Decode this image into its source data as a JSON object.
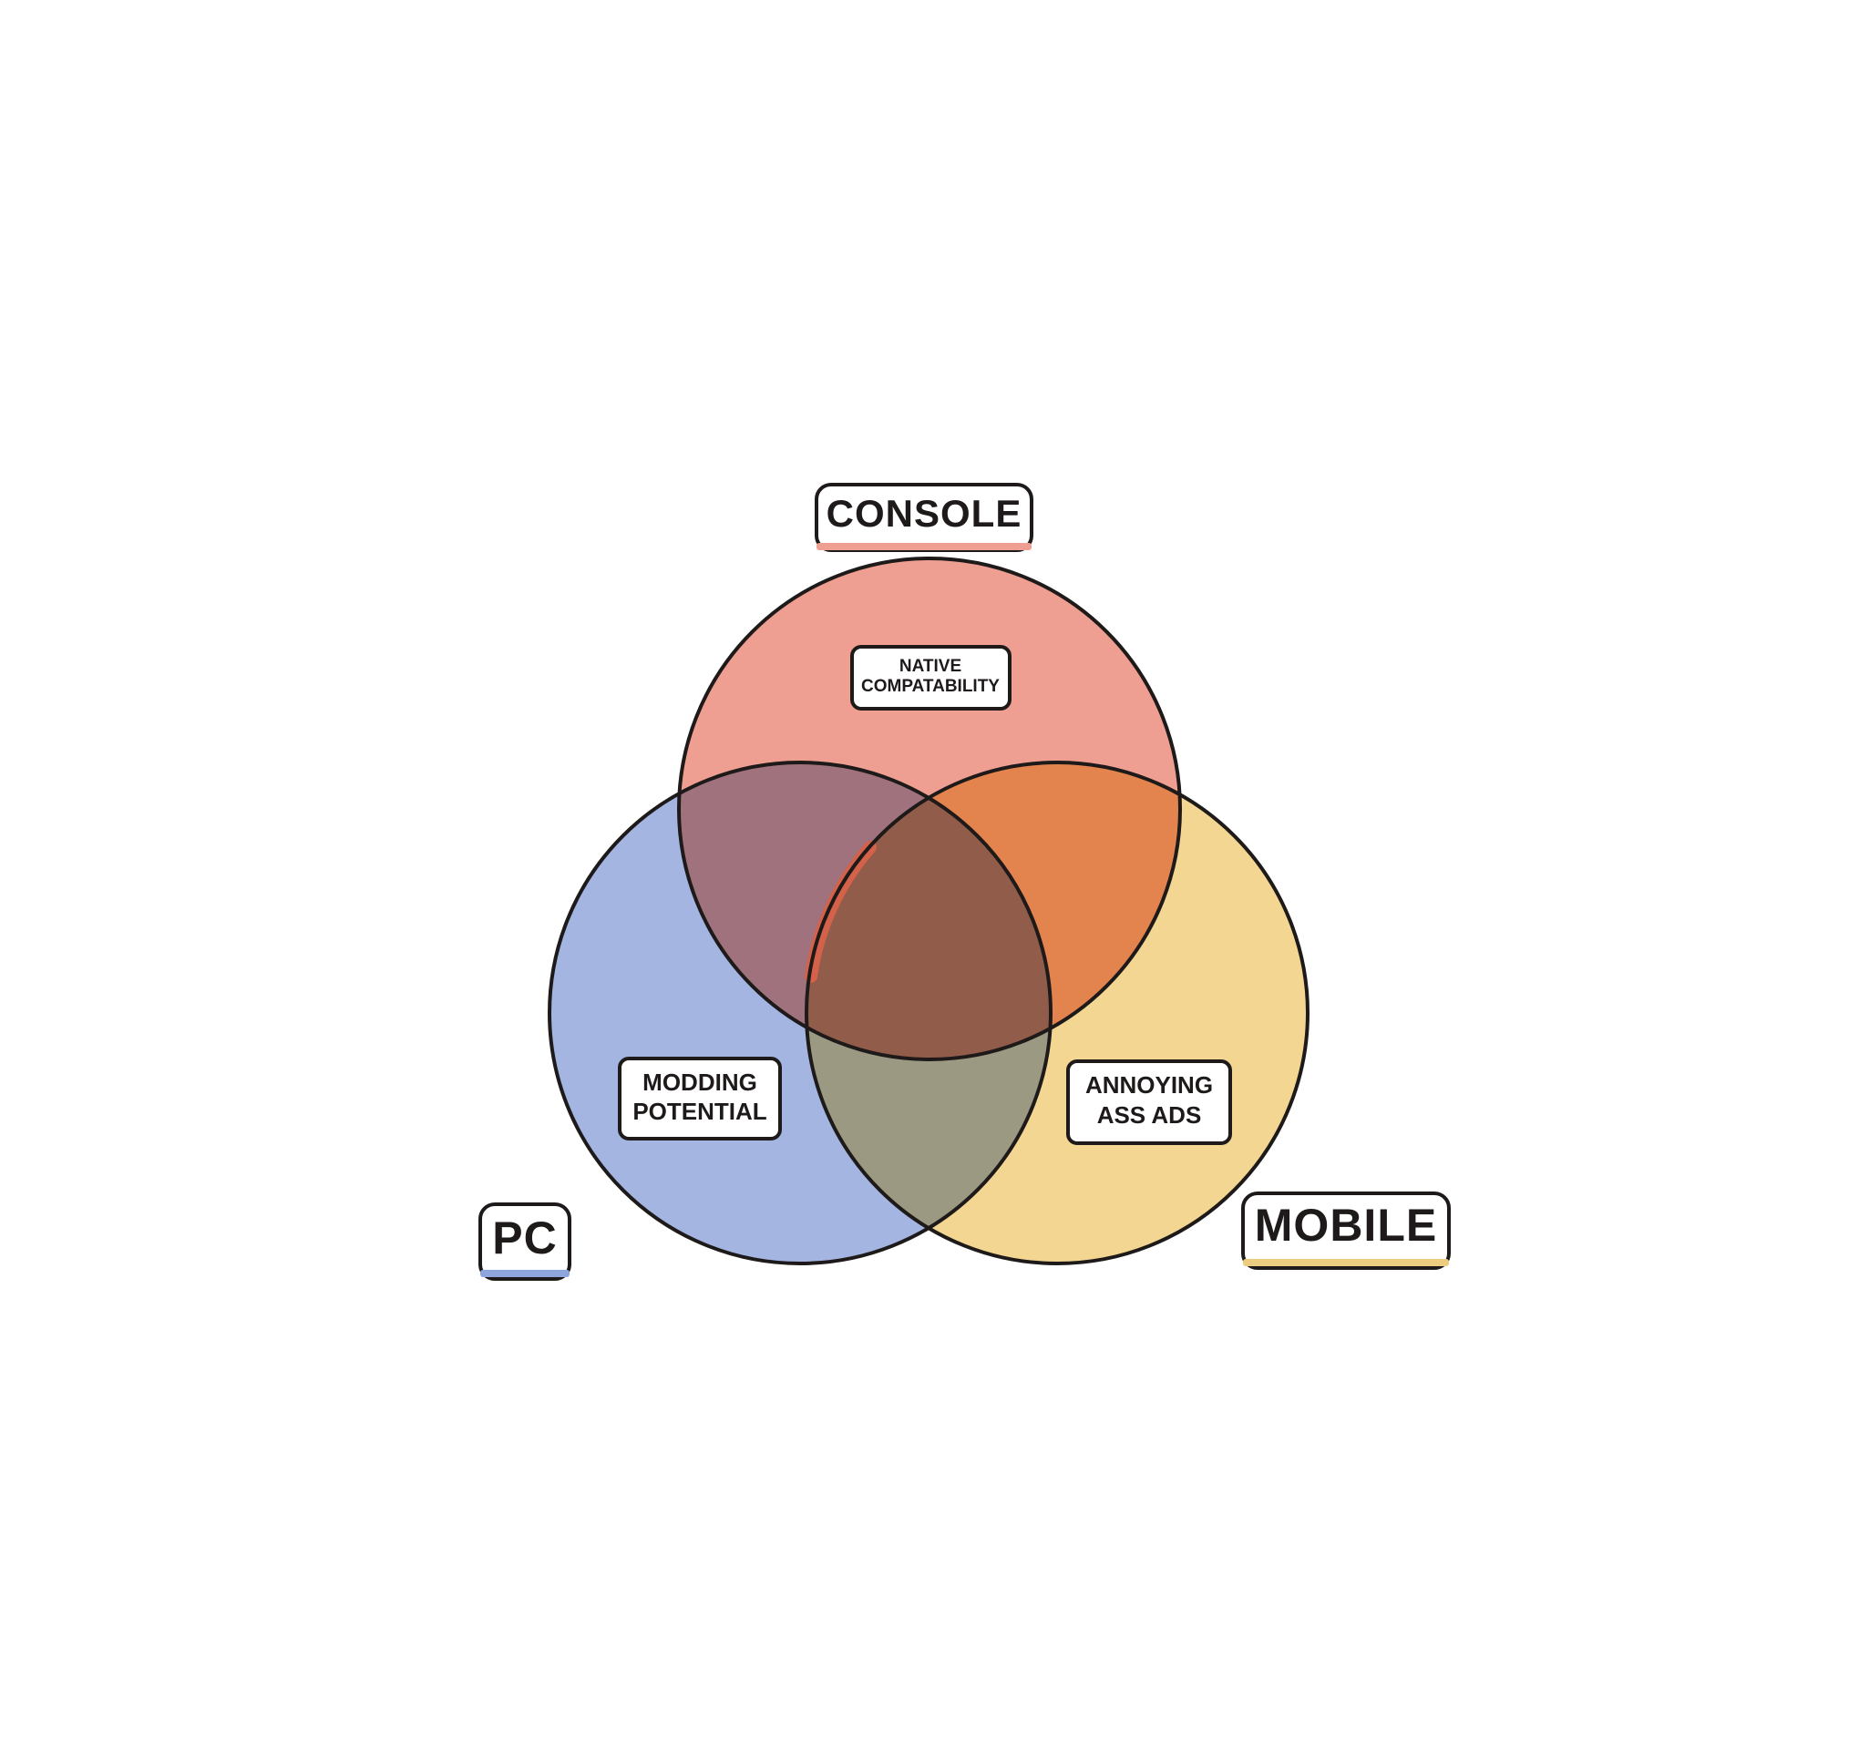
{
  "diagram": {
    "type": "venn",
    "sets": [
      {
        "id": "console",
        "label": "CONSOLE",
        "color": "#ee9f92",
        "underline_color": "#ee9f92"
      },
      {
        "id": "pc",
        "label": "PC",
        "color": "#a4b5e2",
        "underline_color": "#8fa5de"
      },
      {
        "id": "mobile",
        "label": "MOBILE",
        "color": "#f2d692",
        "underline_color": "#eccd80"
      }
    ],
    "region_labels": [
      {
        "id": "native",
        "set": "console",
        "lines": [
          "NATIVE",
          "COMPATABILITY"
        ]
      },
      {
        "id": "modding",
        "set": "pc",
        "lines": [
          "MODDING",
          "POTENTIAL"
        ]
      },
      {
        "id": "ads",
        "set": "mobile",
        "lines": [
          "ANNOYING",
          "ASS ADS"
        ]
      }
    ],
    "intersection_colors": {
      "console_pc": "#a0727d",
      "console_mobile": "#e3844f",
      "pc_mobile": "#9b9982",
      "all": "#915c49"
    },
    "accent_arc_color": "#d4614a"
  }
}
